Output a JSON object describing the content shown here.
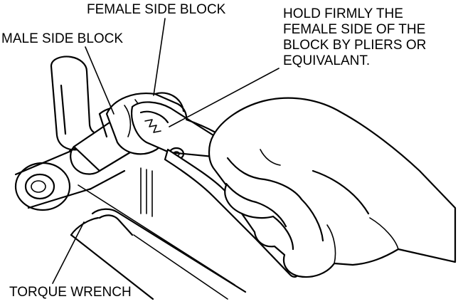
{
  "labels": {
    "female_side_block": "FEMALE SIDE BLOCK",
    "male_side_block": "MALE SIDE BLOCK",
    "torque_wrench": "TORQUE WRENCH",
    "hold_instruction": [
      "HOLD FIRMLY THE",
      "FEMALE SIDE OF THE",
      "BLOCK BY PLIERS OR",
      "EQUIVALANT."
    ]
  }
}
